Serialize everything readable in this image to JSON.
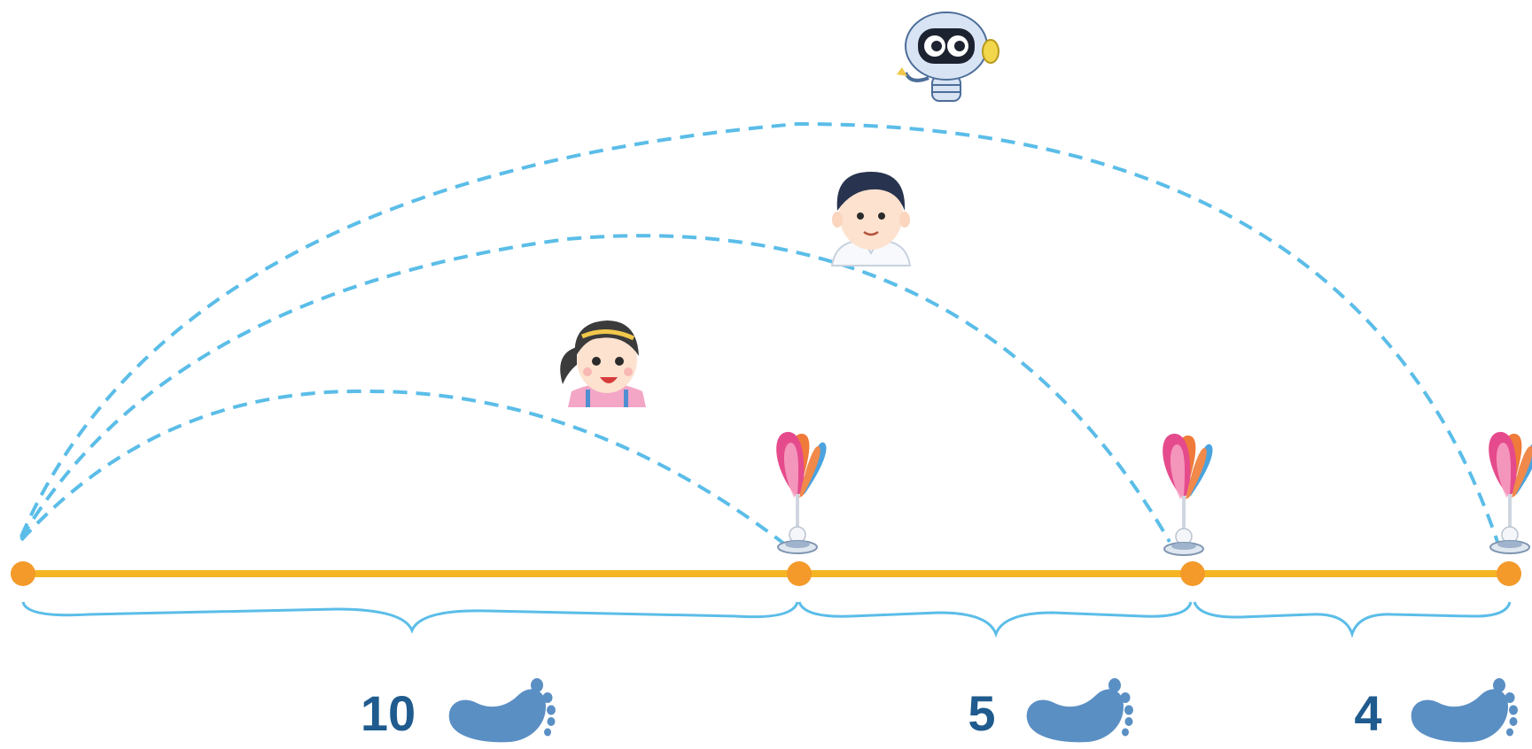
{
  "segments": [
    {
      "steps": "10",
      "unit_icon": "footprint-icon"
    },
    {
      "steps": "5",
      "unit_icon": "footprint-icon"
    },
    {
      "steps": "4",
      "unit_icon": "footprint-icon"
    }
  ],
  "characters": [
    {
      "name": "girl",
      "icon": "girl-face-icon"
    },
    {
      "name": "boy",
      "icon": "boy-face-icon"
    },
    {
      "name": "robot",
      "icon": "robot-icon"
    }
  ],
  "colors": {
    "track": "#f5b523",
    "point": "#f39a2a",
    "arc": "#5bbde8",
    "brace": "#5bbde8",
    "label": "#1f5b8e",
    "foot": "#5a8fc4"
  }
}
